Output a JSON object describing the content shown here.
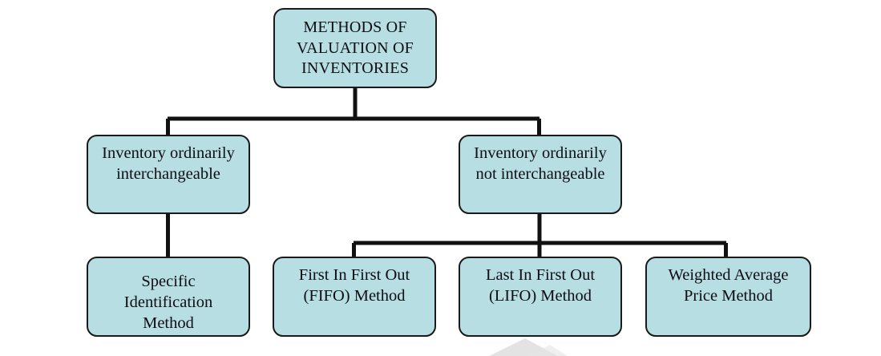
{
  "diagram": {
    "title_node": {
      "id": "methods-of-valuation-of-inventories",
      "lines": [
        "METHODS OF",
        "VALUATION OF",
        "INVENTORIES"
      ]
    },
    "level2": [
      {
        "id": "inventory-ordinarily-interchangeable",
        "lines": [
          "Inventory ordinarily",
          "interchangeable"
        ]
      },
      {
        "id": "inventory-ordinarily-not-interchangeable",
        "lines": [
          "Inventory ordinarily",
          "not interchangeable"
        ]
      }
    ],
    "level3": [
      {
        "id": "specific-identification-method",
        "lines": [
          "Specific",
          "Identification",
          "Method"
        ]
      },
      {
        "id": "first-in-first-out-fifo-method",
        "lines": [
          "First In First Out",
          "(FIFO) Method"
        ]
      },
      {
        "id": "last-in-first-out-lifo-method",
        "lines": [
          "Last In First Out",
          "(LIFO) Method"
        ]
      },
      {
        "id": "weighted-average-price-method",
        "lines": [
          "Weighted Average",
          "Price Method"
        ]
      }
    ],
    "colors": {
      "node_fill": "#b7dee3",
      "node_border": "#1a1a1a",
      "connector": "#111111",
      "text": "#0d0d14",
      "background": "#ffffff"
    }
  }
}
